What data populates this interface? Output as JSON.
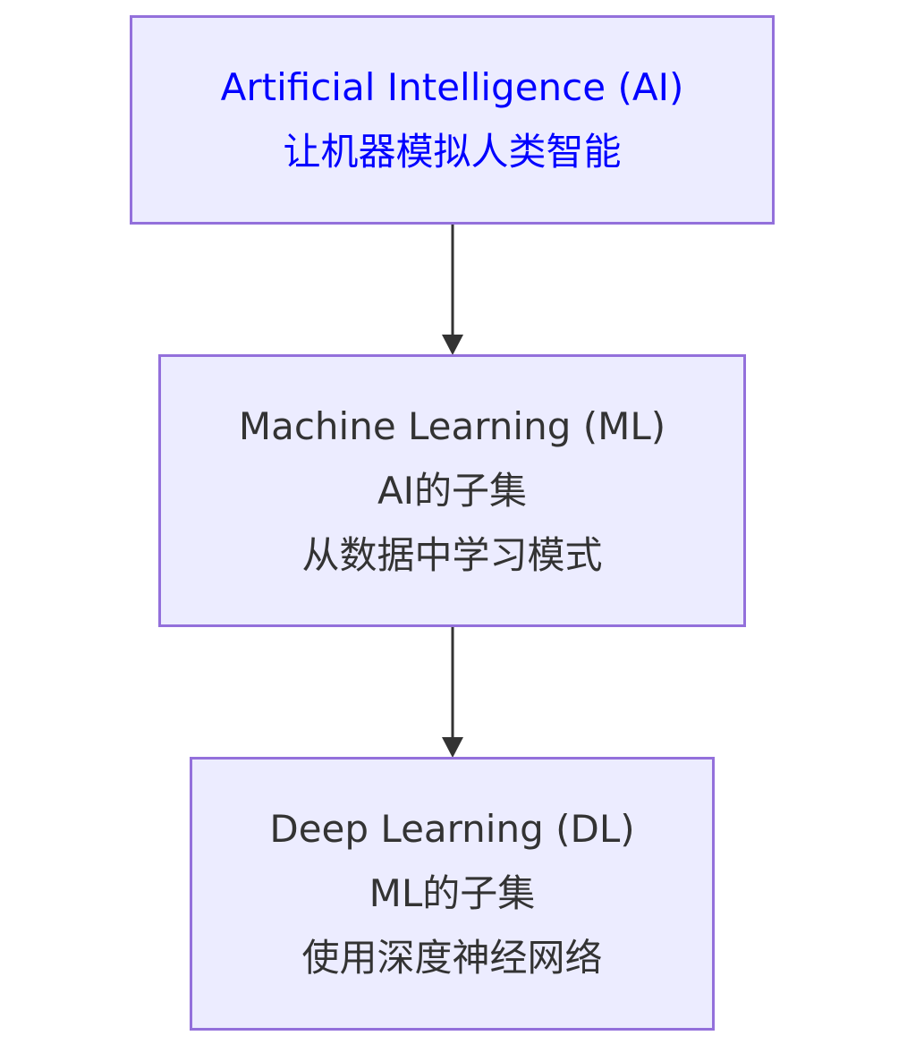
{
  "nodes": [
    {
      "id": "ai",
      "lines": [
        "Artificial Intelligence (AI)",
        "让机器模拟人类智能"
      ],
      "text_color": "#0000FF"
    },
    {
      "id": "ml",
      "lines": [
        "Machine Learning (ML)",
        "AI的子集",
        "从数据中学习模式"
      ],
      "text_color": "#333333"
    },
    {
      "id": "dl",
      "lines": [
        "Deep Learning (DL)",
        "ML的子集",
        "使用深度神经网络"
      ],
      "text_color": "#333333"
    }
  ],
  "edges": [
    {
      "from": "ai",
      "to": "ml"
    },
    {
      "from": "ml",
      "to": "dl"
    }
  ],
  "style": {
    "node_fill": "#ECECFF",
    "node_border": "#9370DB",
    "edge_color": "#333333"
  }
}
